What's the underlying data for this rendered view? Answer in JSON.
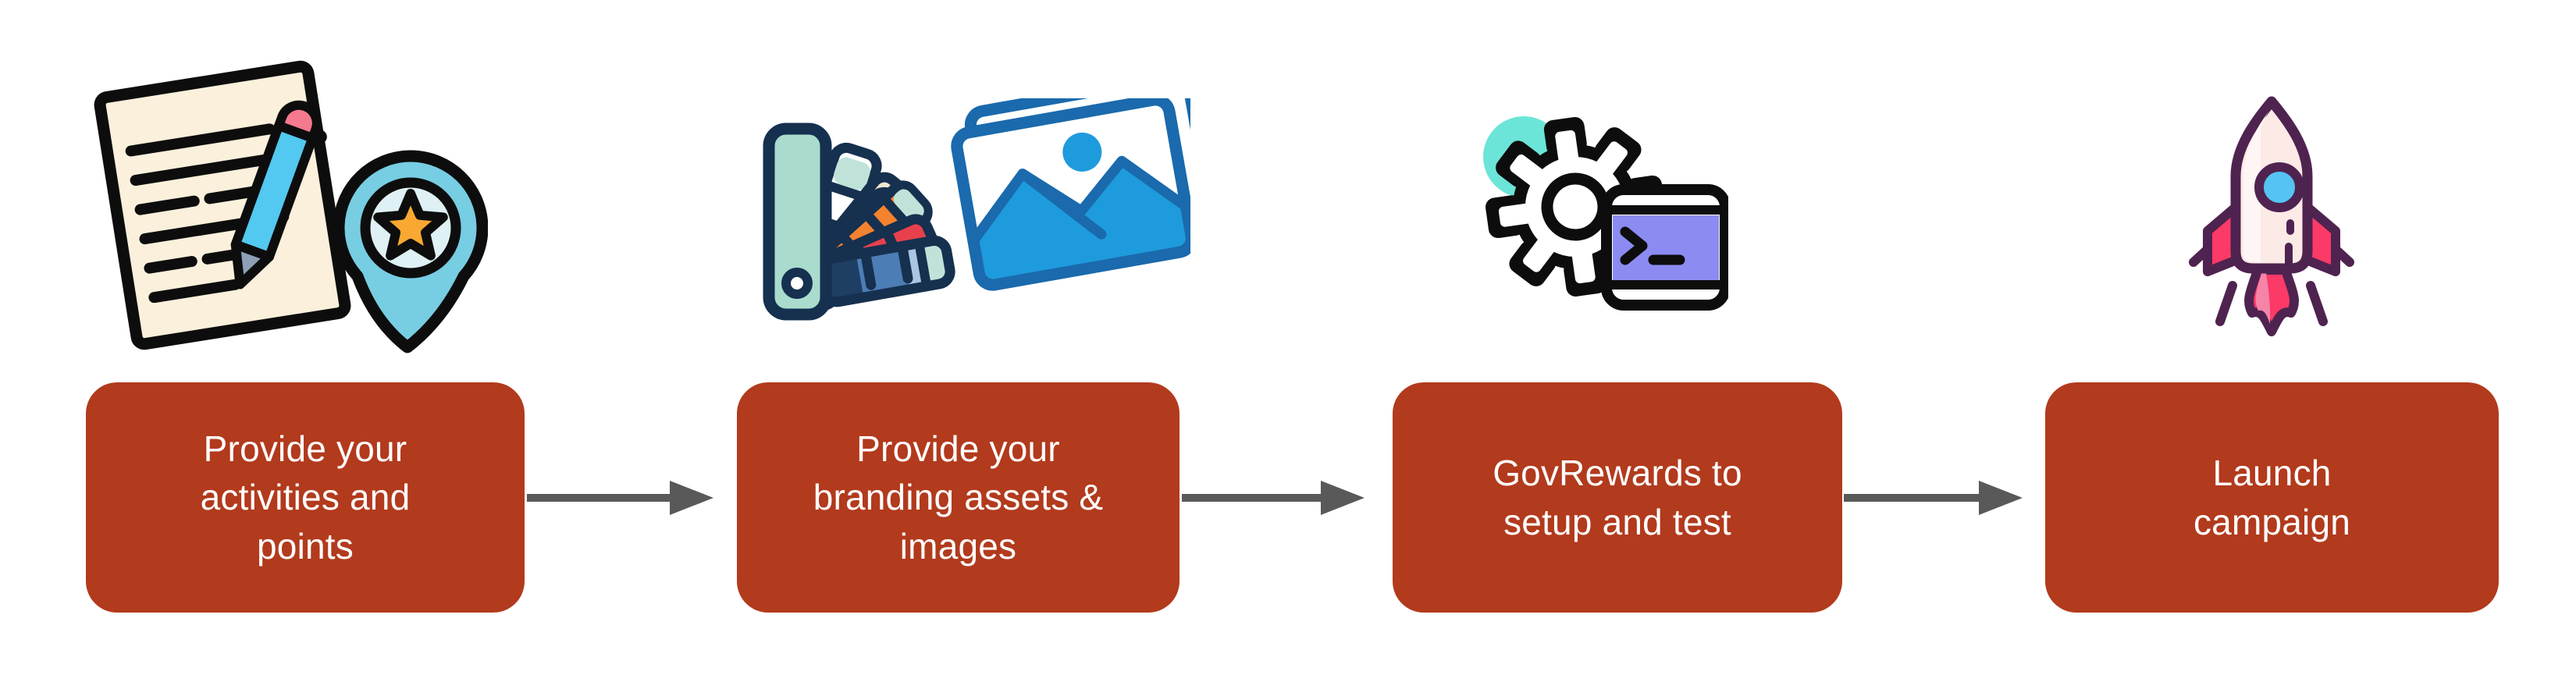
{
  "steps": [
    {
      "label": "Provide your\nactivities and\npoints",
      "icon": "document-pencil-and-star-pin-icon"
    },
    {
      "label": "Provide your\nbranding assets &\nimages",
      "icon": "color-swatch-fan-and-photos-icon"
    },
    {
      "label": "GovRewards to\nsetup and test",
      "icon": "gear-and-terminal-icon"
    },
    {
      "label": "Launch\ncampaign",
      "icon": "rocket-icon"
    }
  ],
  "connectors": [
    {
      "from": 1,
      "to": 2
    },
    {
      "from": 2,
      "to": 3
    },
    {
      "from": 3,
      "to": 4
    }
  ],
  "colors": {
    "box_bg": "#B23A1D",
    "box_text": "#FFFFFF",
    "arrow": "#595959",
    "icon_outline_black": "#0D0D0D",
    "icon_outline_navy": "#16304F",
    "icon_outline_purple": "#4F2350",
    "photo_outline_blue": "#1A6AAD",
    "paper_cream": "#FAF0DB",
    "pencil_blue": "#53C8F0",
    "pencil_eraser_pink": "#F5798F",
    "pin_teal": "#77CDE2",
    "star_orange": "#F9A832",
    "swatch_mint": "#A9DCCD",
    "swatch_cream": "#EFE7D3",
    "swatch_yellow": "#FBC163",
    "swatch_orange": "#F5822F",
    "swatch_red": "#E8404D",
    "swatch_blue_light": "#A9C6E3",
    "swatch_blue_mid": "#4C7DB5",
    "swatch_blue_dark": "#1F3E63",
    "photo_blue": "#1E9BDC",
    "gear_teal": "#6BE5D8",
    "terminal_purple": "#8B8BF2",
    "rocket_body": "#FCEAE7",
    "rocket_pink": "#FB3A67",
    "rocket_window_blue": "#55C4F2"
  }
}
